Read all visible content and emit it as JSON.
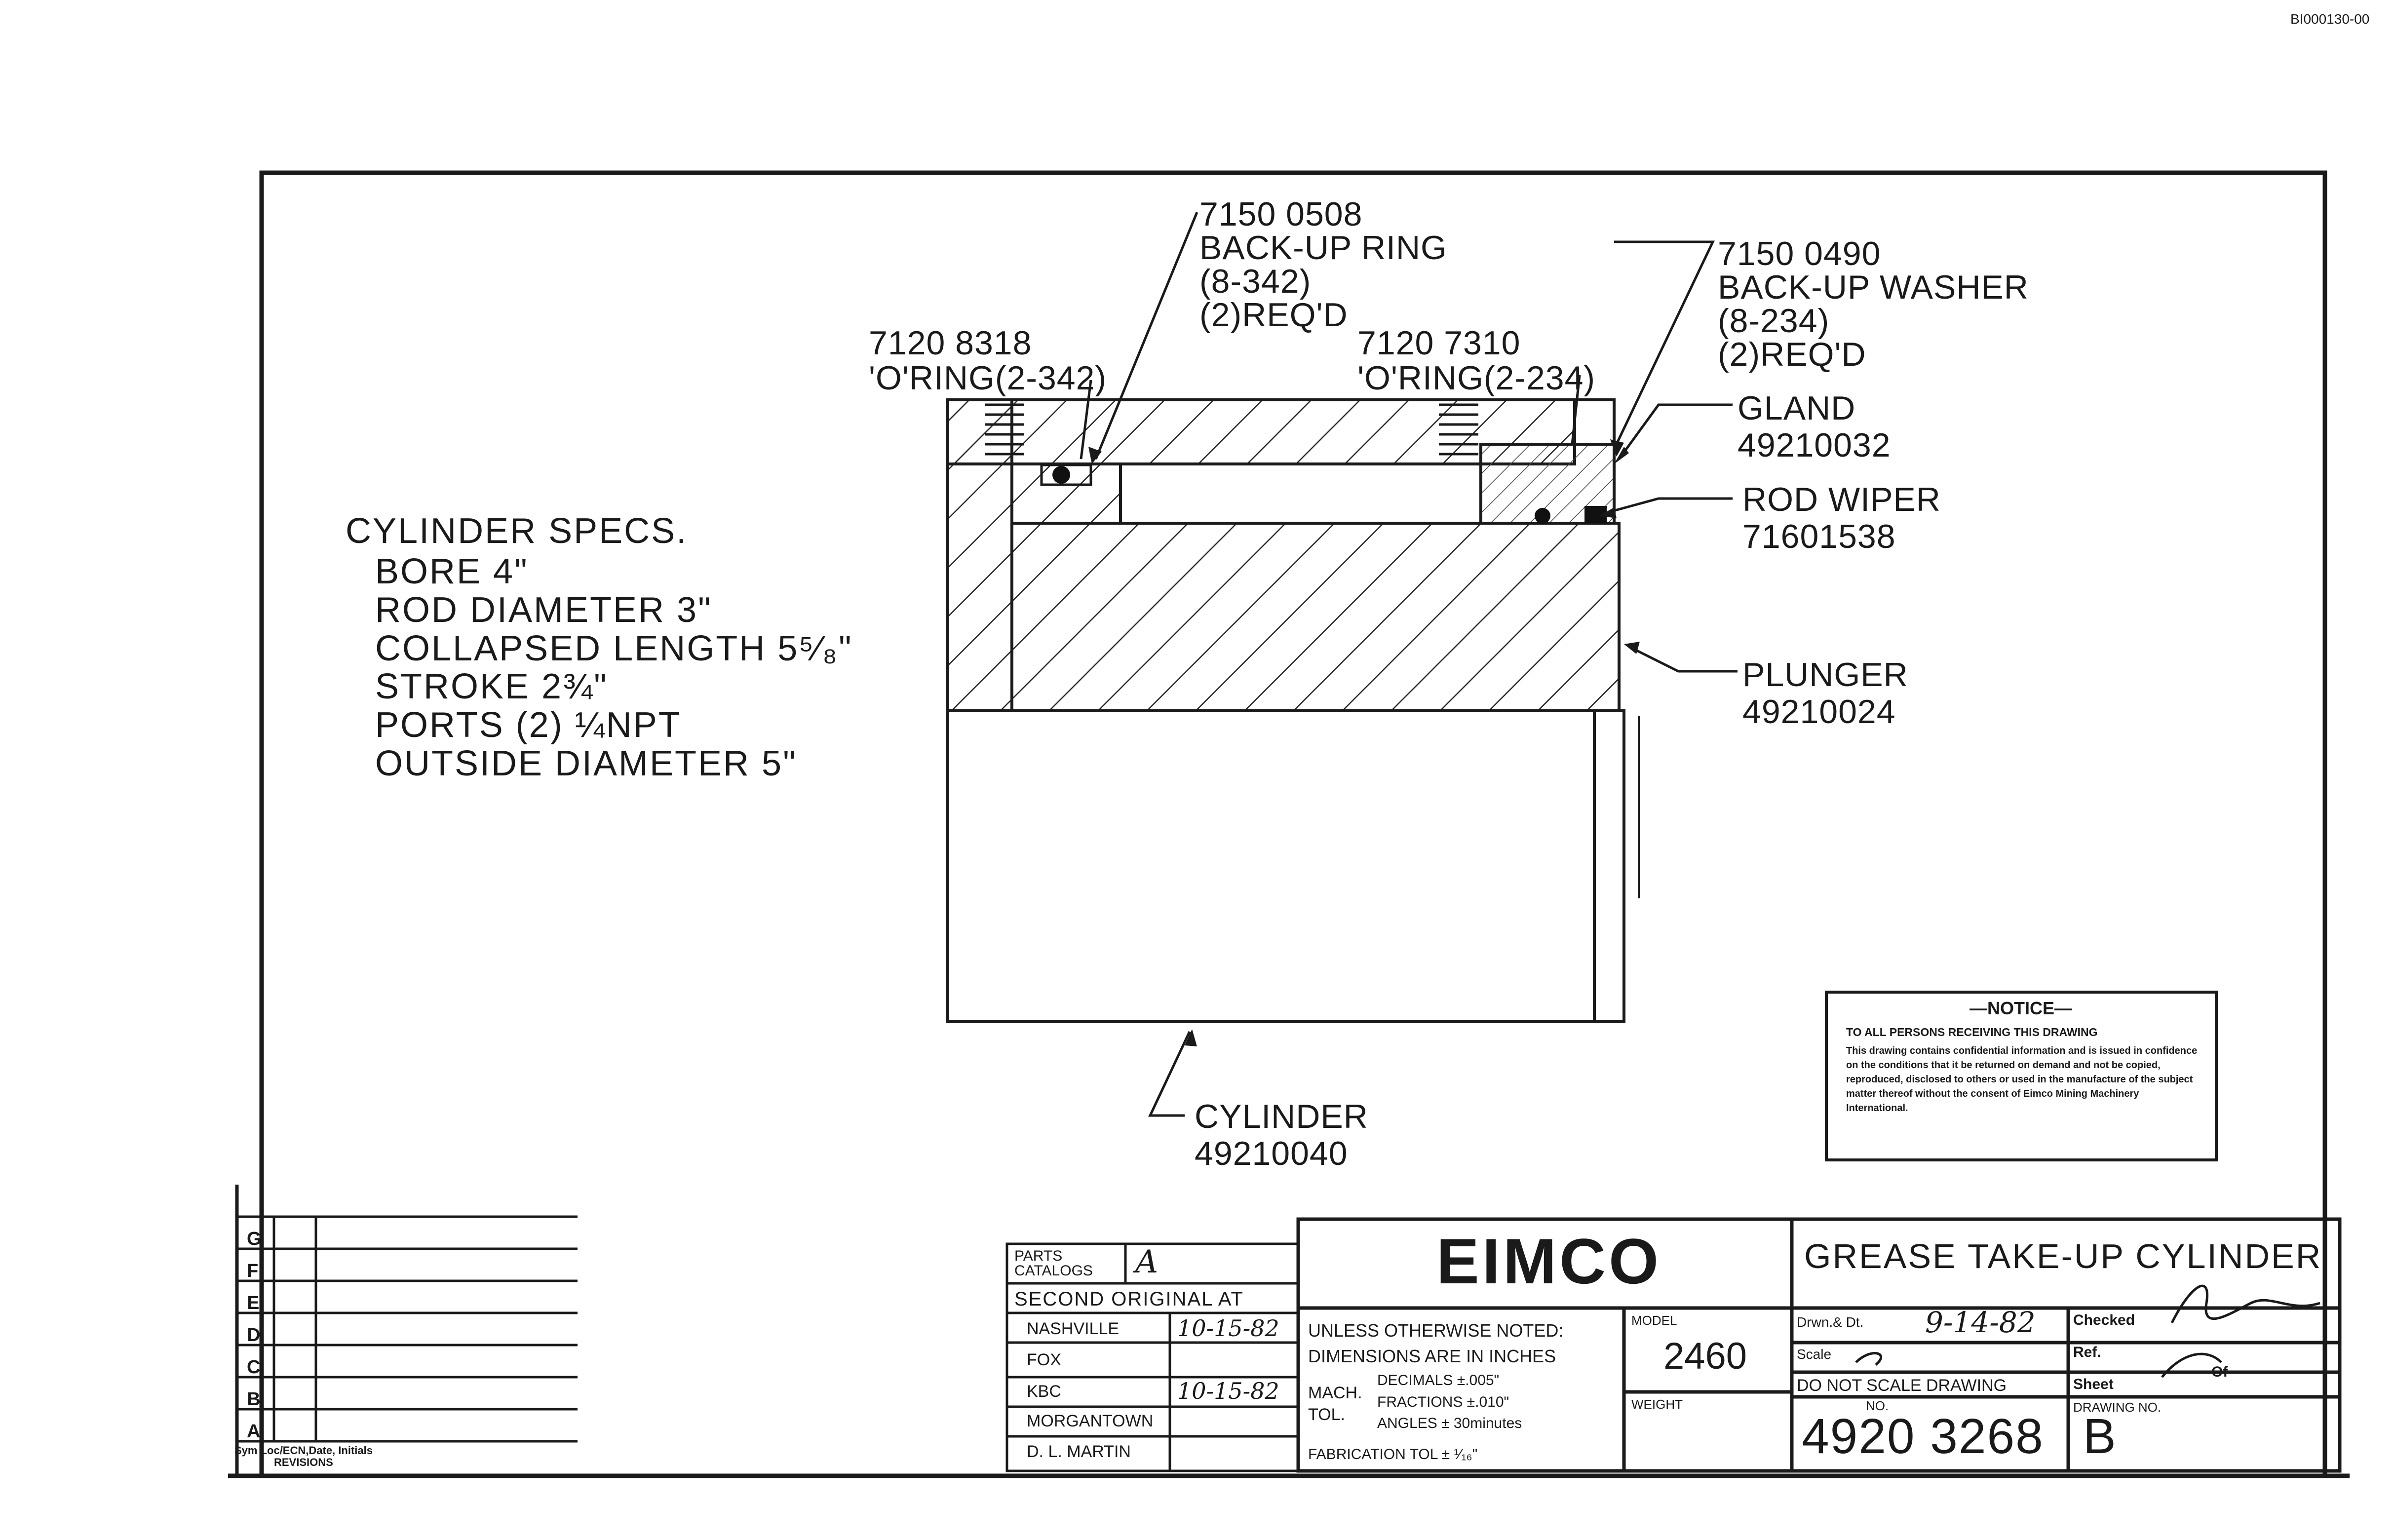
{
  "doc_id": "BI000130-00",
  "callouts": {
    "backup_ring": [
      "7150 0508",
      "BACK-UP RING",
      "(8-342)",
      "(2)REQ'D"
    ],
    "backup_washer": [
      "7150 0490",
      "BACK-UP WASHER",
      "(8-234)",
      "(2)REQ'D"
    ],
    "oring_left": [
      "7120 8318",
      "'O'RING(2-342)"
    ],
    "oring_right": [
      "7120 7310",
      "'O'RING(2-234)"
    ],
    "gland": [
      "GLAND",
      "49210032"
    ],
    "rod_wiper": [
      "ROD WIPER",
      "71601538"
    ],
    "plunger": [
      "PLUNGER",
      "49210024"
    ],
    "cylinder": [
      "CYLINDER",
      "49210040"
    ]
  },
  "specs": {
    "title": "CYLINDER SPECS.",
    "lines": [
      "BORE 4\"",
      "ROD DIAMETER 3\"",
      "COLLAPSED LENGTH 5⁵⁄₈\"",
      "STROKE 2¾\"",
      "PORTS (2) ¼NPT",
      "OUTSIDE DIAMETER 5\""
    ]
  },
  "notice": {
    "title": "—NOTICE—",
    "heading": "TO ALL PERSONS RECEIVING THIS DRAWING",
    "body": "This drawing contains confidential information and is issued in confidence on the conditions that it be returned on demand and not be copied, reproduced, disclosed to others or used in the manufacture of the subject matter thereof without the consent of Eimco Mining Machinery International."
  },
  "revisions": {
    "letters": [
      "G",
      "F",
      "E",
      "D",
      "C",
      "B",
      "A"
    ],
    "footer": "Sym Loc/ECN,Date, Initials",
    "footer2": "REVISIONS"
  },
  "parts_catalog": {
    "label": "PARTS CATALOGS",
    "value": "A",
    "second_original": "SECOND ORIGINAL AT",
    "rows": [
      {
        "place": "NASHVILLE",
        "date": "10-15-82"
      },
      {
        "place": "FOX",
        "date": ""
      },
      {
        "place": "KBC",
        "date": "10-15-82"
      },
      {
        "place": "MORGANTOWN",
        "date": ""
      },
      {
        "place": "D. L. MARTIN",
        "date": ""
      }
    ]
  },
  "title_block": {
    "company": "EIMCO",
    "title": "GREASE TAKE-UP CYLINDER",
    "notes": [
      "UNLESS OTHERWISE NOTED:",
      "DIMENSIONS ARE IN INCHES"
    ],
    "mach_tol": "MACH. TOL.",
    "tolerances": [
      "DECIMALS ±.005\"",
      "FRACTIONS ±.010\"",
      "ANGLES ± 30minutes"
    ],
    "fab_tol": "FABRICATION TOL ± ¹⁄₁₆\"",
    "model_label": "MODEL",
    "model": "2460",
    "weight_label": "WEIGHT",
    "drawn_label": "Drwn.& Dt.",
    "drawn_date": "9-14-82",
    "checked_label": "Checked",
    "scale_label": "Scale",
    "ref_label": "Ref.",
    "do_not_scale": "DO NOT SCALE DRAWING",
    "sheet_label": "Sheet",
    "of_label": "Of",
    "no_label": "NO.",
    "drawing_no": "4920 3268",
    "drawing_no_label": "DRAWING NO.",
    "rev": "B"
  }
}
